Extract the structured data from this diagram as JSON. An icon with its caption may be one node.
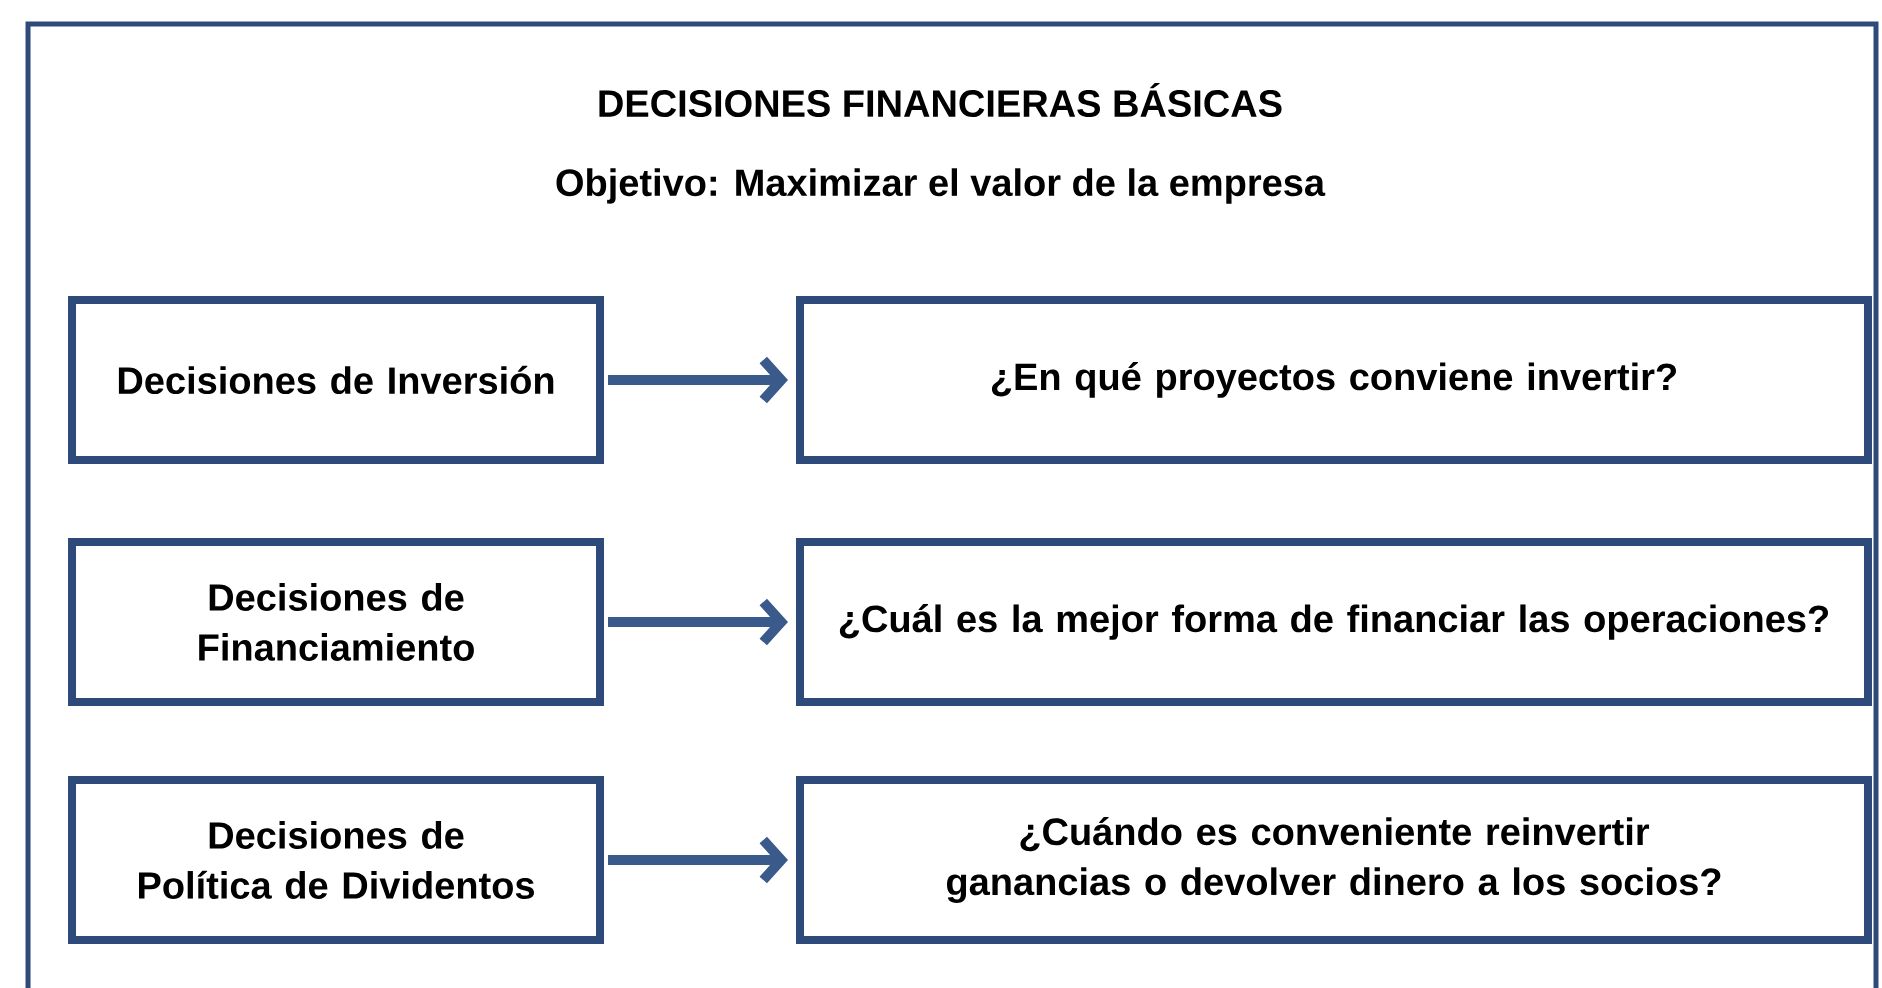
{
  "diagram": {
    "title": "DECISIONES FINANCIERAS BÁSICAS",
    "nodes": [
      {
        "text": [
          "Decisiones de Inversión"
        ]
      },
      {
        "text": [
          "¿En qué proyectos conviene invertir?"
        ]
      },
      {
        "text": [
          "Decisiones de Financiamiento"
        ]
      },
      {
        "text": [
          "¿Cuál es la mejor forma de financiar las operaciones?"
        ]
      },
      {
        "text": [
          "Decisiones de Política de Dividentos"
        ]
      },
      {
        "text": [
          "¿Cuándo es conveniente reinvertir ganancias o devolver dinero a los socios?"
        ]
      }
    ],
    "edges": [
      {
        "from": 0,
        "to": 1,
        "arrow": "to"
      },
      {
        "from": 2,
        "to": 3,
        "arrow": "to"
      },
      {
        "from": 4,
        "to": 5,
        "arrow": "to"
      }
    ],
    "labels": [
      "Objetivo: Maximizar el valor de la empresa"
    ]
  }
}
